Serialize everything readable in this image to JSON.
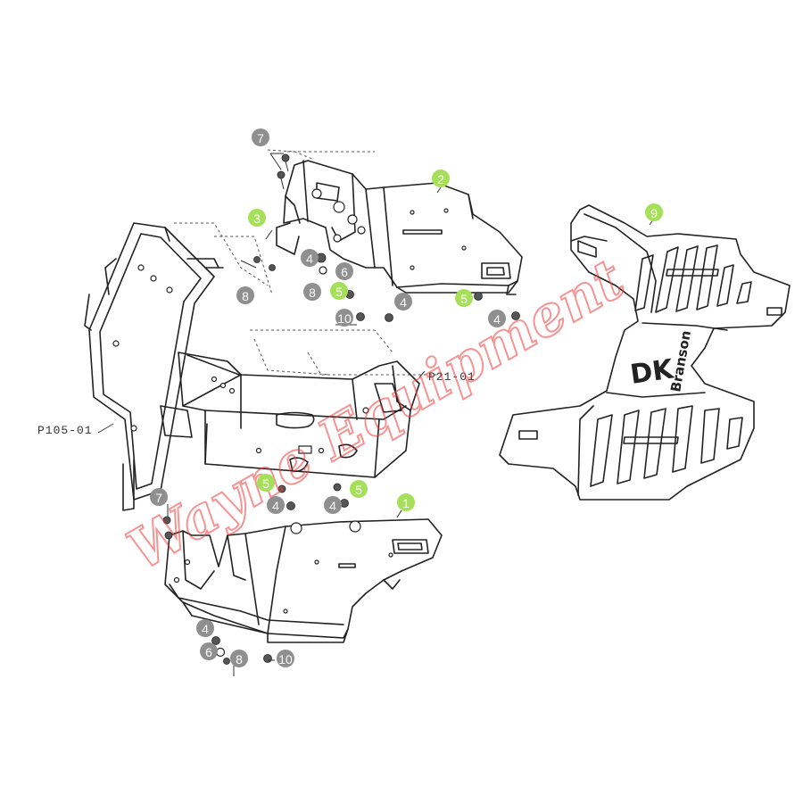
{
  "part_numbers": {
    "frame_left": "P105-01",
    "frame_center": "P21-01"
  },
  "callouts": [
    {
      "id": "c2",
      "label": "2",
      "style": "green"
    },
    {
      "id": "c3",
      "label": "3",
      "style": "green"
    },
    {
      "id": "c9",
      "label": "9",
      "style": "green"
    },
    {
      "id": "c1",
      "label": "1",
      "style": "green"
    },
    {
      "id": "c5a",
      "label": "5",
      "style": "green"
    },
    {
      "id": "c5b",
      "label": "5",
      "style": "green"
    },
    {
      "id": "c5c",
      "label": "5",
      "style": "green"
    },
    {
      "id": "c5d",
      "label": "5",
      "style": "green"
    },
    {
      "id": "c7a",
      "label": "7",
      "style": "gray"
    },
    {
      "id": "c7b",
      "label": "7",
      "style": "gray"
    },
    {
      "id": "c4a",
      "label": "4",
      "style": "gray"
    },
    {
      "id": "c4b",
      "label": "4",
      "style": "gray"
    },
    {
      "id": "c4c",
      "label": "4",
      "style": "gray"
    },
    {
      "id": "c4d",
      "label": "4",
      "style": "gray"
    },
    {
      "id": "c4e",
      "label": "4",
      "style": "gray"
    },
    {
      "id": "c4f",
      "label": "4",
      "style": "gray"
    },
    {
      "id": "c6a",
      "label": "6",
      "style": "gray"
    },
    {
      "id": "c6b",
      "label": "6",
      "style": "gray"
    },
    {
      "id": "c8a",
      "label": "8",
      "style": "gray"
    },
    {
      "id": "c8b",
      "label": "8",
      "style": "gray"
    },
    {
      "id": "c8c",
      "label": "8",
      "style": "gray"
    },
    {
      "id": "c10a",
      "label": "10",
      "style": "gray"
    },
    {
      "id": "c10b",
      "label": "10",
      "style": "gray"
    }
  ],
  "floor_mat": {
    "logo": "DK",
    "brand": "Branson"
  },
  "watermark": "Wayne Equipment"
}
